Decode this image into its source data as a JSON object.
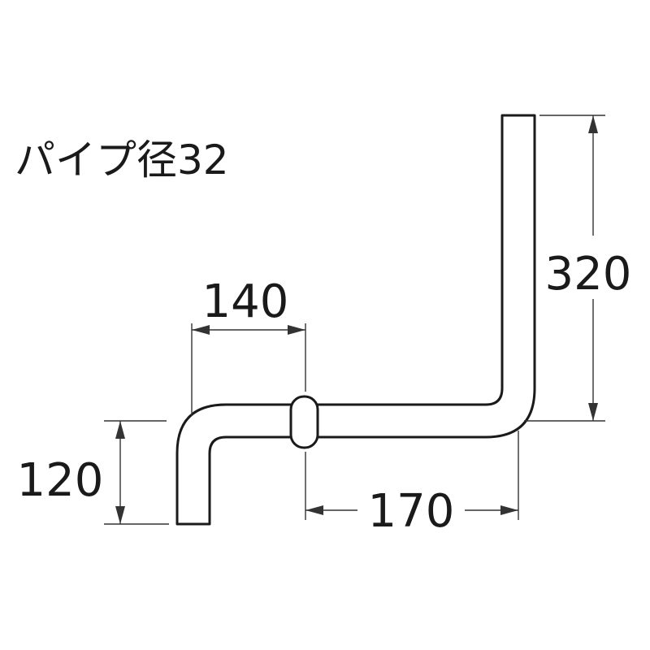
{
  "title": "パイプ径32",
  "dimensions": {
    "height_right": "320",
    "span_upper": "140",
    "height_left": "120",
    "span_lower": "170"
  },
  "colors": {
    "line": "#1a1a1a",
    "background": "#ffffff"
  }
}
